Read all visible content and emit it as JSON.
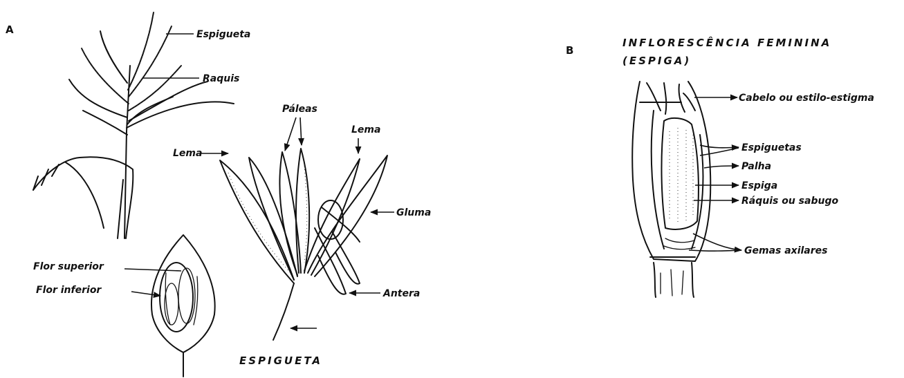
{
  "panel_a": {
    "letter": "A",
    "labels": {
      "espigueta": "Espigueta",
      "raquis": "Raquis",
      "paleas": "Páleas",
      "lema_left": "Lema",
      "lema_right": "Lema",
      "gluma": "Gluma",
      "antera": "Antera",
      "flor_superior": "Flor superior",
      "flor_inferior": "Flor inferior"
    },
    "caption": "ESPIGUETA"
  },
  "panel_b": {
    "letter": "B",
    "title_line1": "INFLORESCÊNCIA FEMININA",
    "title_line2": "(ESPIGA)",
    "labels": {
      "cabelo": "Cabelo ou estilo-estigma",
      "espiguetas": "Espiguetas",
      "palha": "Palha",
      "espiga": "Espiga",
      "raquis_sabugo": "Ráquis ou sabugo",
      "gemas": "Gemas axilares"
    }
  }
}
